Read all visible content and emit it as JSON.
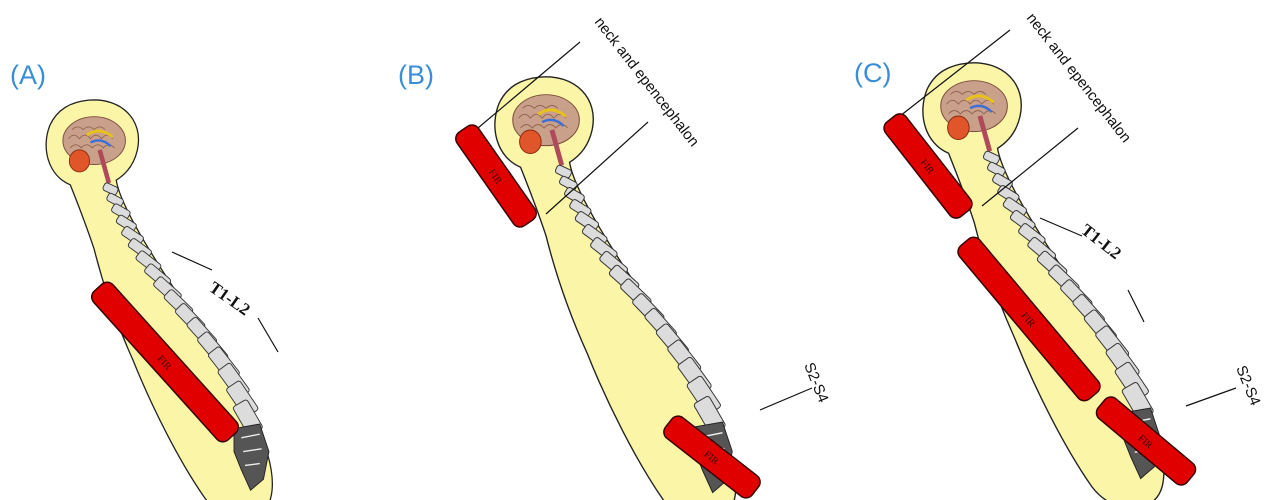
{
  "panels": [
    {
      "label": "(A)",
      "vertebrae_label": "T1-L2",
      "pads": [
        "FIR"
      ]
    },
    {
      "label": "(B)",
      "neck_label": "neck and epencephalon",
      "sacral_label": "S2-S4",
      "pads": [
        "FIR",
        "FIR"
      ]
    },
    {
      "label": "(C)",
      "neck_label": "neck and epencephalon",
      "vertebrae_label": "T1-L2",
      "sacral_label": "S2-S4",
      "pads": [
        "FIR",
        "FIR",
        "FIR"
      ]
    }
  ],
  "colors": {
    "panel_label": "#3a8ed8",
    "body_fill": "#fbf5a8",
    "pad_fill": "#e00000",
    "brain": "#c9a08a",
    "cerebellum": "#e0552a"
  }
}
